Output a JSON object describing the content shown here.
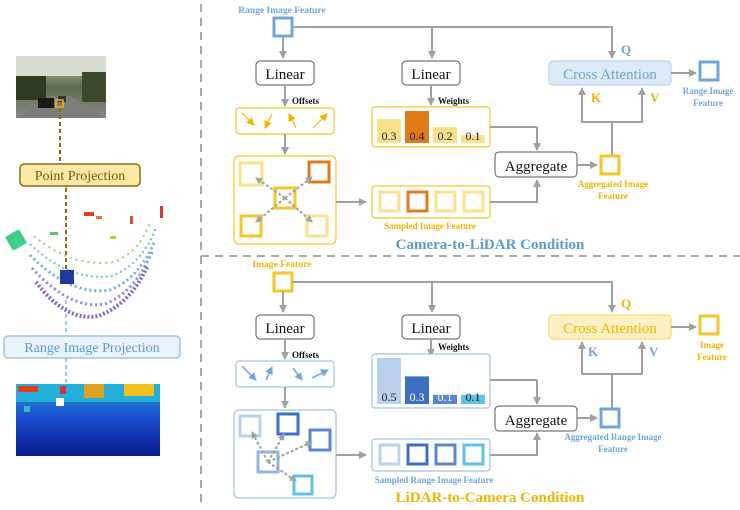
{
  "left_panel": {
    "point_projection": "Point Projection",
    "range_image_projection": "Range Image Projection"
  },
  "top": {
    "input_label": "Range Image Feature",
    "linear1": "Linear",
    "linear2": "Linear",
    "offsets": "Offsets",
    "weights": "Weights",
    "weight_values": [
      "0.3",
      "0.4",
      "0.2",
      "0.1"
    ],
    "aggregate": "Aggregate",
    "cross_attention": "Cross Attention",
    "q": "Q",
    "k": "K",
    "v": "V",
    "output_label_1": "Range Image",
    "output_label_2": "Feature",
    "aggregated_label_1": "Aggregated Image",
    "aggregated_label_2": "Feature",
    "sampled_label": "Sampled Image Feature",
    "condition_title": "Camera-to-LiDAR Condition"
  },
  "bottom": {
    "input_label": "Image Feature",
    "linear1": "Linear",
    "linear2": "Linear",
    "offsets": "Offsets",
    "weights": "Weights",
    "weight_values": [
      "0.5",
      "0.3",
      "0.1",
      "0.1"
    ],
    "aggregate": "Aggregate",
    "cross_attention": "Cross Attention",
    "q": "Q",
    "k": "K",
    "v": "V",
    "output_label_1": "Image",
    "output_label_2": "Feature",
    "aggregated_label_1": "Aggregated Range Image",
    "aggregated_label_2": "Feature",
    "sampled_label": "Sampled Range Image Feature",
    "condition_title": "LiDAR-to-Camera Condition"
  },
  "colors": {
    "blue": "#6ea6d8",
    "blue_fill": "#dce9f7",
    "yellow": "#f5c62a",
    "yellow_fill": "#fdf0c2",
    "orange": "#e07b1a",
    "gray": "#a0a0a0",
    "title_blue": "#5b9bd5",
    "title_yellow": "#f0b400"
  }
}
